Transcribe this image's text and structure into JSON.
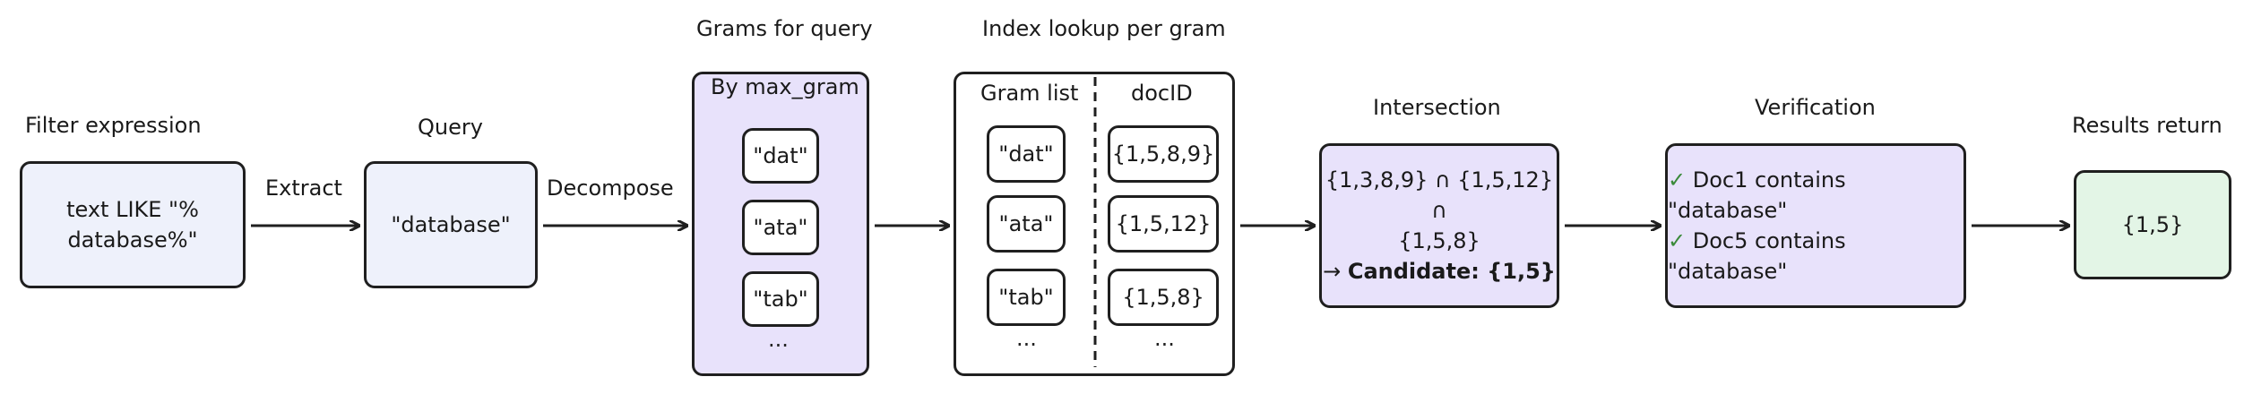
{
  "stages": {
    "filter": {
      "title": "Filter expression",
      "text": "text LIKE \"% database%\""
    },
    "query": {
      "title": "Query",
      "text": "\"database\""
    },
    "grams": {
      "title": "Grams for query",
      "header": "By max_gram",
      "items": [
        "\"dat\"",
        "\"ata\"",
        "\"tab\""
      ],
      "more": "..."
    },
    "index": {
      "title": "Index lookup per gram",
      "col1": "Gram list",
      "col2": "docID",
      "grams": [
        "\"dat\"",
        "\"ata\"",
        "\"tab\""
      ],
      "docids": [
        "{1,5,8,9}",
        "{1,5,12}",
        "{1,5,8}"
      ],
      "more1": "...",
      "more2": "..."
    },
    "intersection": {
      "title": "Intersection",
      "line1": "{1,3,8,9} ∩ {1,5,12} ∩",
      "line2": "{1,5,8}",
      "arrow": "→",
      "candidate": "Candidate: {1,5}"
    },
    "verification": {
      "title": "Verification",
      "check": "✓",
      "line1": "Doc1 contains \"database\"",
      "line2": "Doc5 contains \"database\""
    },
    "results": {
      "title": "Results return",
      "text": "{1,5}"
    }
  },
  "edges": {
    "extract": "Extract",
    "decompose": "Decompose"
  },
  "colors": {
    "blue": "#eef1fb",
    "purple": "#e8e2fb",
    "green": "#e3f5e6",
    "stroke": "#1f1f1f"
  }
}
